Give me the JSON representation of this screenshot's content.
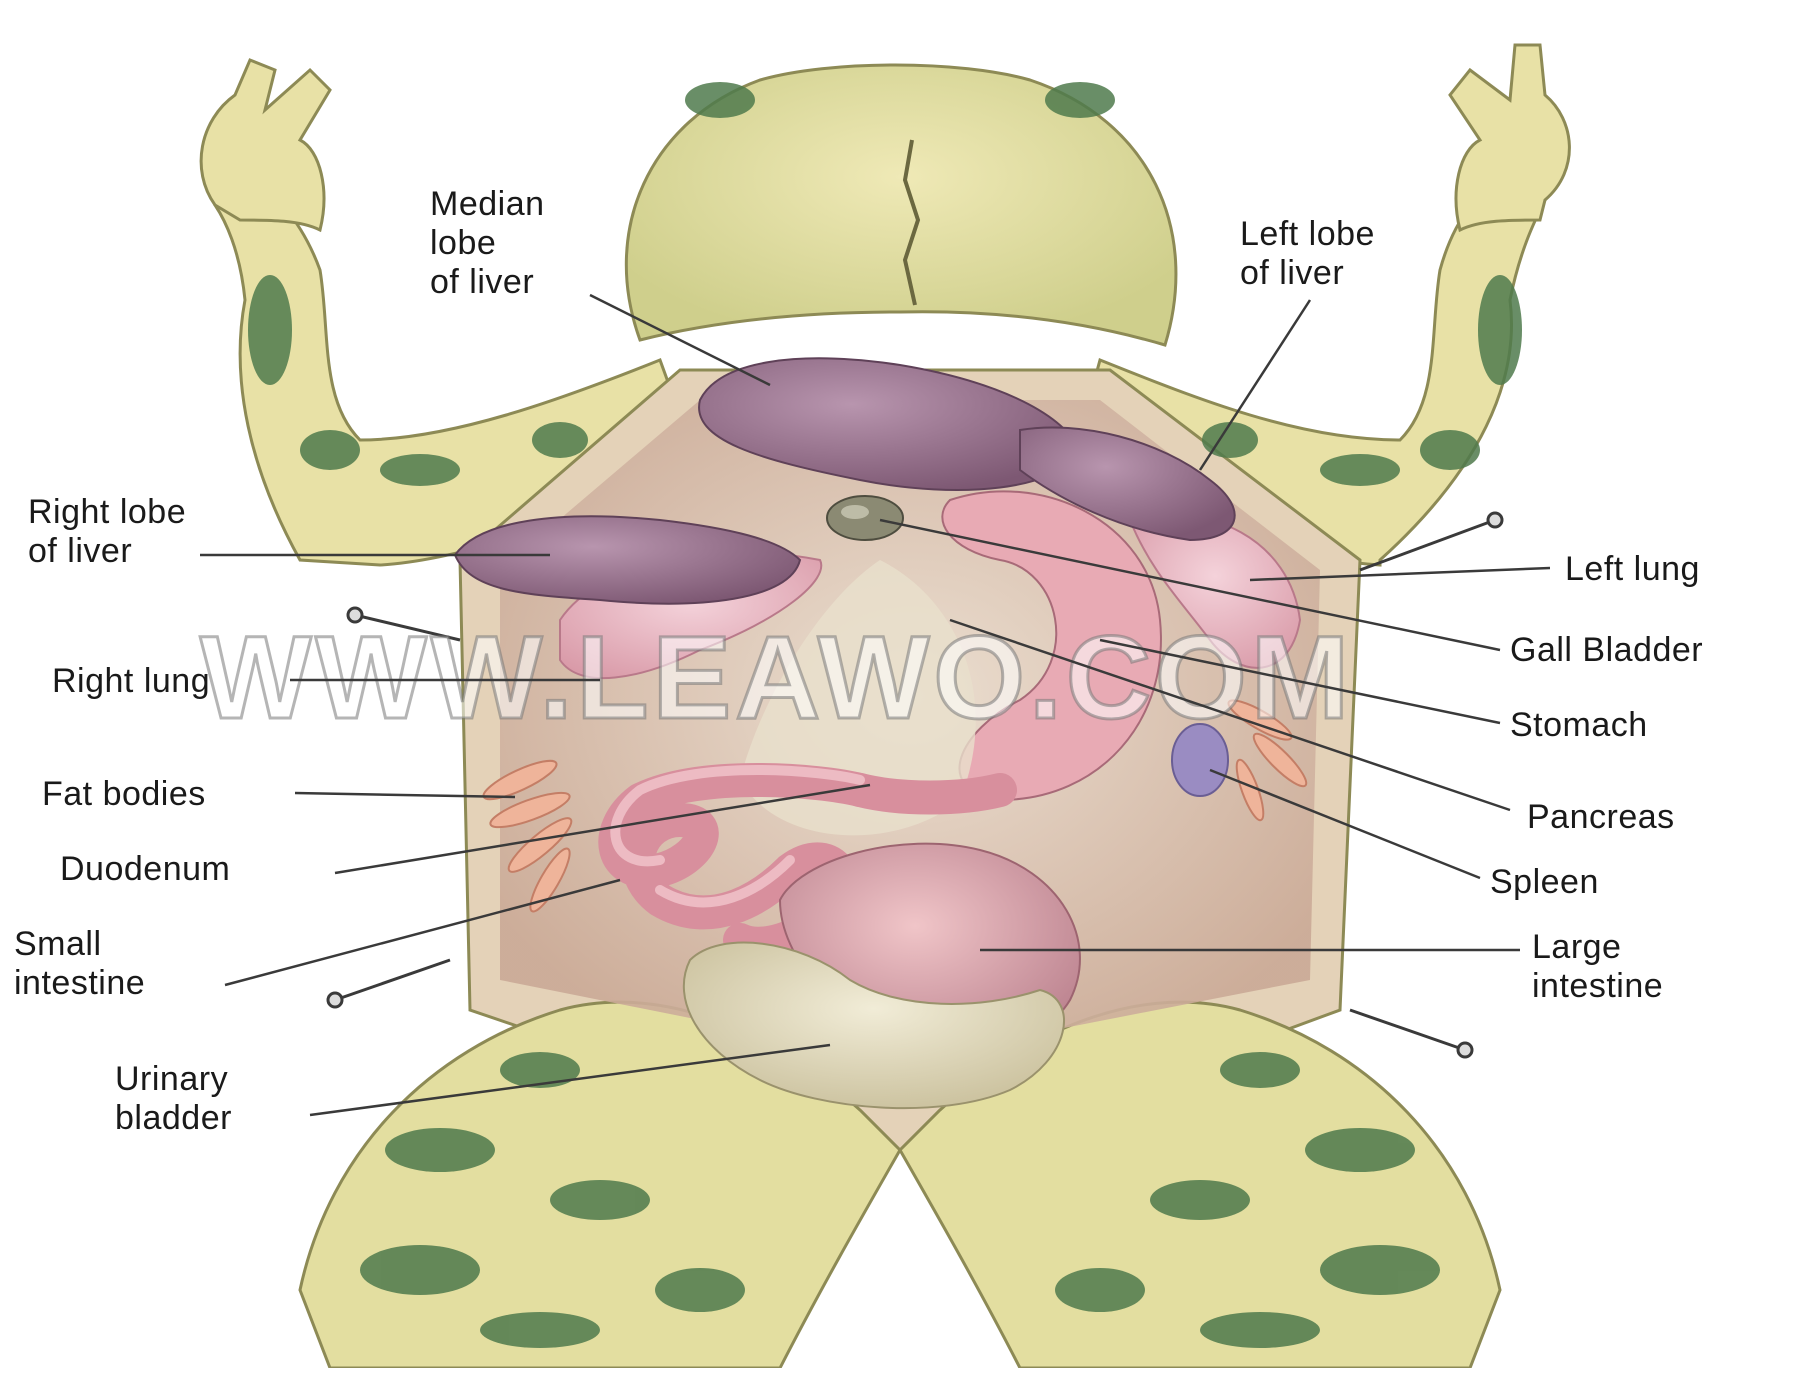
{
  "watermark": "WWW.LEAWO.COM",
  "colors": {
    "skin": "#e9e2a8",
    "skin_shade": "#cfcf8c",
    "spots": "#4f7a4c",
    "liver": "#9a6f8e",
    "lung": "#e6b4c0",
    "intestine": "#e7a7b1",
    "cavity": "#d9c4b2",
    "fat": "#efb49a",
    "bladder": "#ddd6b9",
    "gall": "#8b8a73",
    "spleen": "#9a8cc2",
    "leader_line": "#3a3a3a"
  },
  "labels": {
    "median_lobe": [
      "Median",
      "lobe",
      "of liver"
    ],
    "left_lobe": [
      "Left lobe",
      "of liver"
    ],
    "right_lobe": [
      "Right lobe",
      "of liver"
    ],
    "left_lung": [
      "Left lung"
    ],
    "right_lung": [
      "Right lung"
    ],
    "gall_bladder": [
      "Gall Bladder"
    ],
    "stomach": [
      "Stomach"
    ],
    "fat_bodies": [
      "Fat bodies"
    ],
    "pancreas": [
      "Pancreas"
    ],
    "duodenum": [
      "Duodenum"
    ],
    "spleen": [
      "Spleen"
    ],
    "small_intestine": [
      "Small",
      "intestine"
    ],
    "large_intestine": [
      "Large",
      "intestine"
    ],
    "urinary_bladder": [
      "Urinary",
      "bladder"
    ]
  }
}
